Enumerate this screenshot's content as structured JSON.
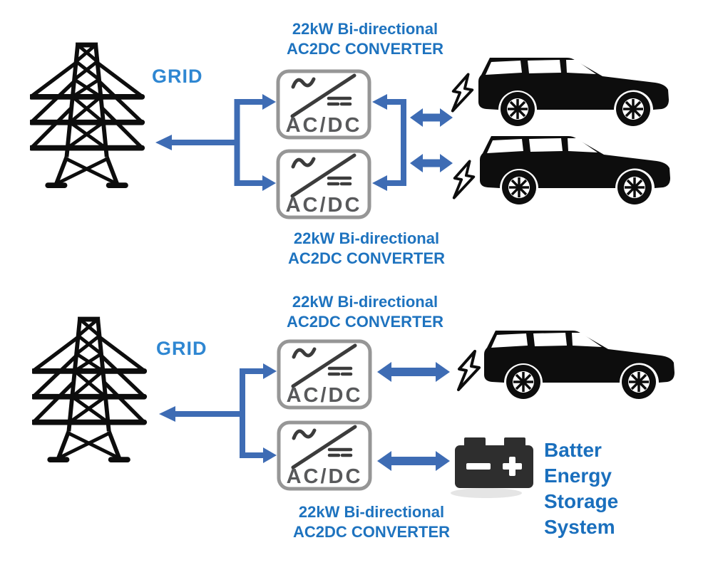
{
  "top_diagram": {
    "grid_label": "GRID",
    "caption_top": {
      "line1": "22kW Bi-directional",
      "line2": "AC2DC CONVERTER"
    },
    "caption_bottom": {
      "line1": "22kW Bi-directional",
      "line2": "AC2DC CONVERTER"
    },
    "converter_top_label": "AC/DC",
    "converter_bottom_label": "AC/DC"
  },
  "bottom_diagram": {
    "grid_label": "GRID",
    "caption_top": {
      "line1": "22kW Bi-directional",
      "line2": "AC2DC CONVERTER"
    },
    "caption_bottom": {
      "line1": "22kW Bi-directional",
      "line2": "AC2DC CONVERTER"
    },
    "converter_top_label": "AC/DC",
    "converter_bottom_label": "AC/DC",
    "bess_label": {
      "line1": "Batter",
      "line2": "Energy",
      "line3": "Storage",
      "line4": "System"
    }
  },
  "icons": {
    "tower": "transmission-tower",
    "car": "suv-car",
    "bolt": "lightning-bolt",
    "battery": "battery",
    "double_arrow": "bidirectional-arrow"
  },
  "colors": {
    "arrow_blue": "#3E6CB4",
    "caption_blue": "#1E73BF",
    "grid_blue": "#2F87D2",
    "bess_blue": "#1A6FBD",
    "converter_border_gray": "#969696",
    "converter_symbol_gray": "#3C3C3C",
    "acdc_text_gray": "#58595B",
    "icon_black": "#0D0D0D",
    "battery_body": "#2E2E2E"
  }
}
